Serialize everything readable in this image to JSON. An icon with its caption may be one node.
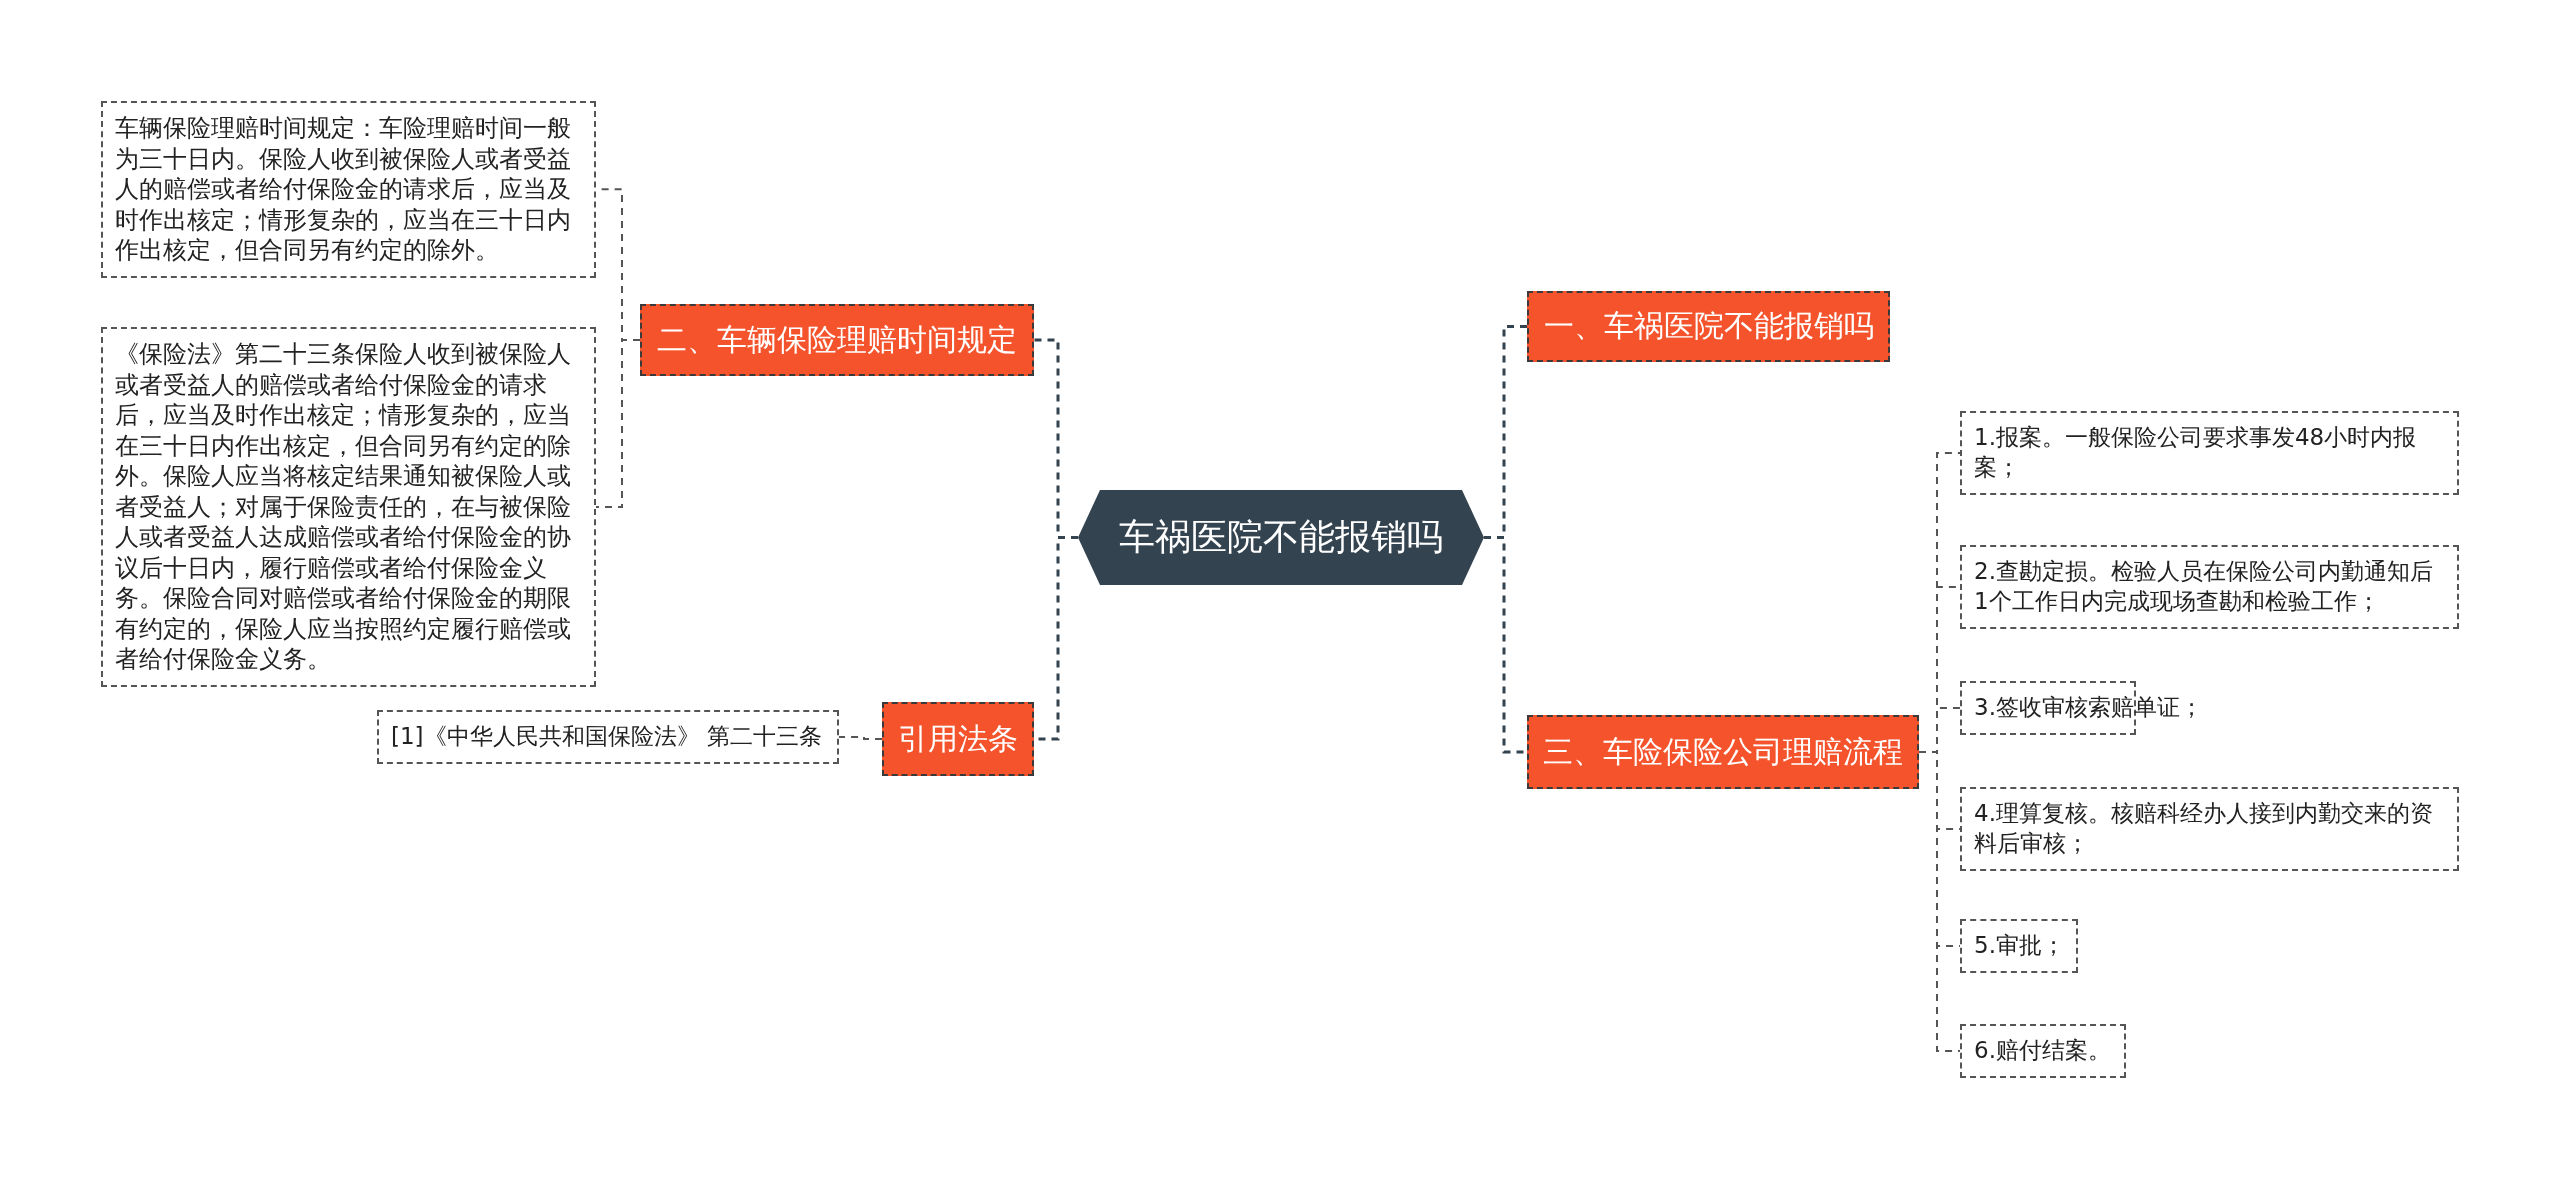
{
  "diagram": {
    "nodes": [
      {
        "text": [
          "车祸医院不能报销吗"
        ]
      },
      {
        "text": [
          "一、车祸医院不能报销吗"
        ]
      },
      {
        "text": [
          "二、车辆保险理赔时间规定"
        ]
      },
      {
        "text": [
          "车辆保险理赔时间规定：车险理赔时间一般为三十日内。保险人收到被保险人或者受益人的赔偿或者给付保险金的请求后，应当及时作出核定；情形复杂的，应当在三十日内作出核定，但合同另有约定的除外。"
        ]
      },
      {
        "text": [
          "《保险法》第二十三条保险人收到被保险人或者受益人的赔偿或者给付保险金的请求后，应当及时作出核定；情形复杂的，应当在三十日内作出核定，但合同另有约定的除外。保险人应当将核定结果通知被保险人或者受益人；对属于保险责任的，在与被保险人或者受益人达成赔偿或者给付保险金的协议后十日内，履行赔偿或者给付保险金义务。保险合同对赔偿或者给付保险金的期限有约定的，保险人应当按照约定履行赔偿或者给付保险金义务。"
        ]
      },
      {
        "text": [
          "三、车险保险公司理赔流程"
        ]
      },
      {
        "text": [
          "1.报案。一般保险公司要求事发48小时内报案；"
        ]
      },
      {
        "text": [
          "2.查勘定损。检验人员在保险公司内勤通知后1个工作日内完成现场查勘和检验工作；"
        ]
      },
      {
        "text": [
          "3.签收审核索赔单证；"
        ]
      },
      {
        "text": [
          "4.理算复核。核赔科经办人接到内勤交来的资料后审核；"
        ]
      },
      {
        "text": [
          "5.审批；"
        ]
      },
      {
        "text": [
          "6.赔付结案。"
        ]
      },
      {
        "text": [
          "引用法条"
        ]
      },
      {
        "text": [
          "[1]《中华人民共和国保险法》 第二十三条"
        ]
      }
    ],
    "edges": [
      {
        "from": 0,
        "to": 1,
        "arrow": "none"
      },
      {
        "from": 0,
        "to": 2,
        "arrow": "none"
      },
      {
        "from": 2,
        "to": 3,
        "arrow": "none"
      },
      {
        "from": 2,
        "to": 4,
        "arrow": "none"
      },
      {
        "from": 0,
        "to": 5,
        "arrow": "none"
      },
      {
        "from": 5,
        "to": 6,
        "arrow": "none"
      },
      {
        "from": 5,
        "to": 7,
        "arrow": "none"
      },
      {
        "from": 5,
        "to": 8,
        "arrow": "none"
      },
      {
        "from": 5,
        "to": 9,
        "arrow": "none"
      },
      {
        "from": 5,
        "to": 10,
        "arrow": "none"
      },
      {
        "from": 5,
        "to": 11,
        "arrow": "none"
      },
      {
        "from": 0,
        "to": 12,
        "arrow": "none"
      },
      {
        "from": 12,
        "to": 13,
        "arrow": "none"
      }
    ]
  }
}
